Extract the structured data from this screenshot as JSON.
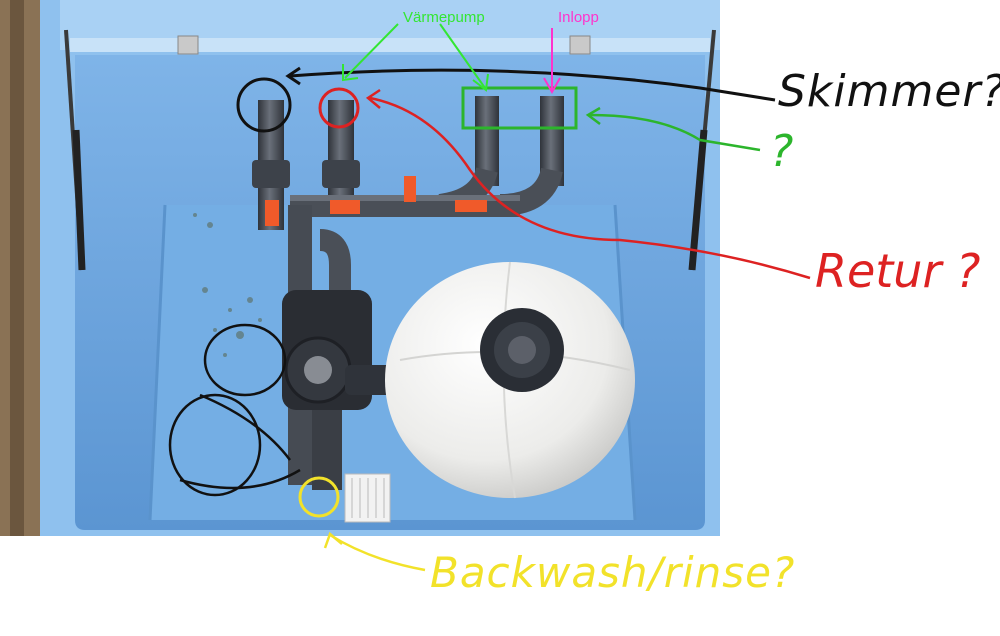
{
  "annotations": {
    "varmepump": "Värmepump",
    "inlopp": "Inlopp",
    "skimmer": "Skimmer?",
    "green_question": "?",
    "retur": "Retur ?",
    "backwash": "Backwash/rinse?"
  },
  "colors": {
    "black_marker": "#111111",
    "red_marker": "#dd2222",
    "green_marker": "#2cb52c",
    "bright_green_marker": "#33e633",
    "magenta_marker": "#ff33cc",
    "yellow_marker": "#f2e22a",
    "tub_blue": "#6fa6dd",
    "pipe_gray": "#4a4f57",
    "valve_orange": "#f05a2a",
    "filter_white": "#f4f4f2"
  }
}
